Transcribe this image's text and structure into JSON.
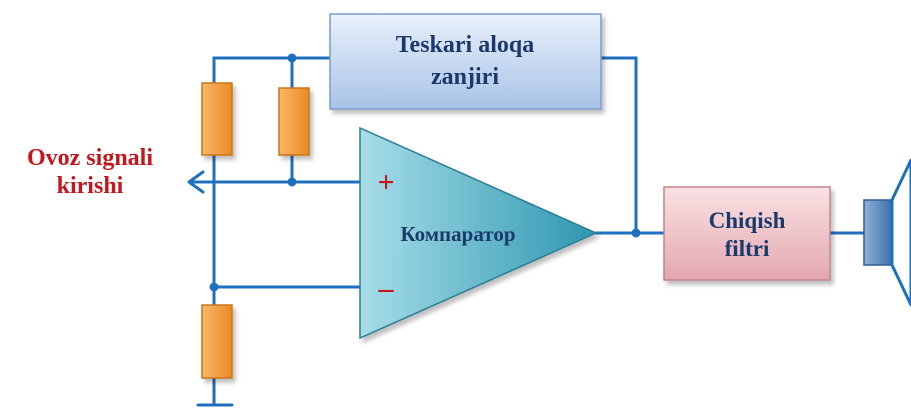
{
  "diagram": {
    "input_label_line1": "Ovoz signali",
    "input_label_line2": "kirishi",
    "feedback_block_line1": "Teskari aloqa",
    "feedback_block_line2": "zanjiri",
    "comparator_label": "Компаратор",
    "plus_sign": "+",
    "minus_sign": "–",
    "filter_block_line1": "Chiqish",
    "filter_block_line2": "filtri"
  },
  "colors": {
    "wire": "#1f6fbf",
    "resistor_fill": "#f39a3c",
    "resistor_stroke": "#c97718",
    "input_label": "#c4161c",
    "block_text": "#1b3a6b",
    "feedback_block_fill": "#c9daf0",
    "filter_block_fill": "#f1c7cc",
    "comparator_fill": "#4fb3c9",
    "sign_color": "#c4161c",
    "speaker_fill": "#5b87b8"
  }
}
